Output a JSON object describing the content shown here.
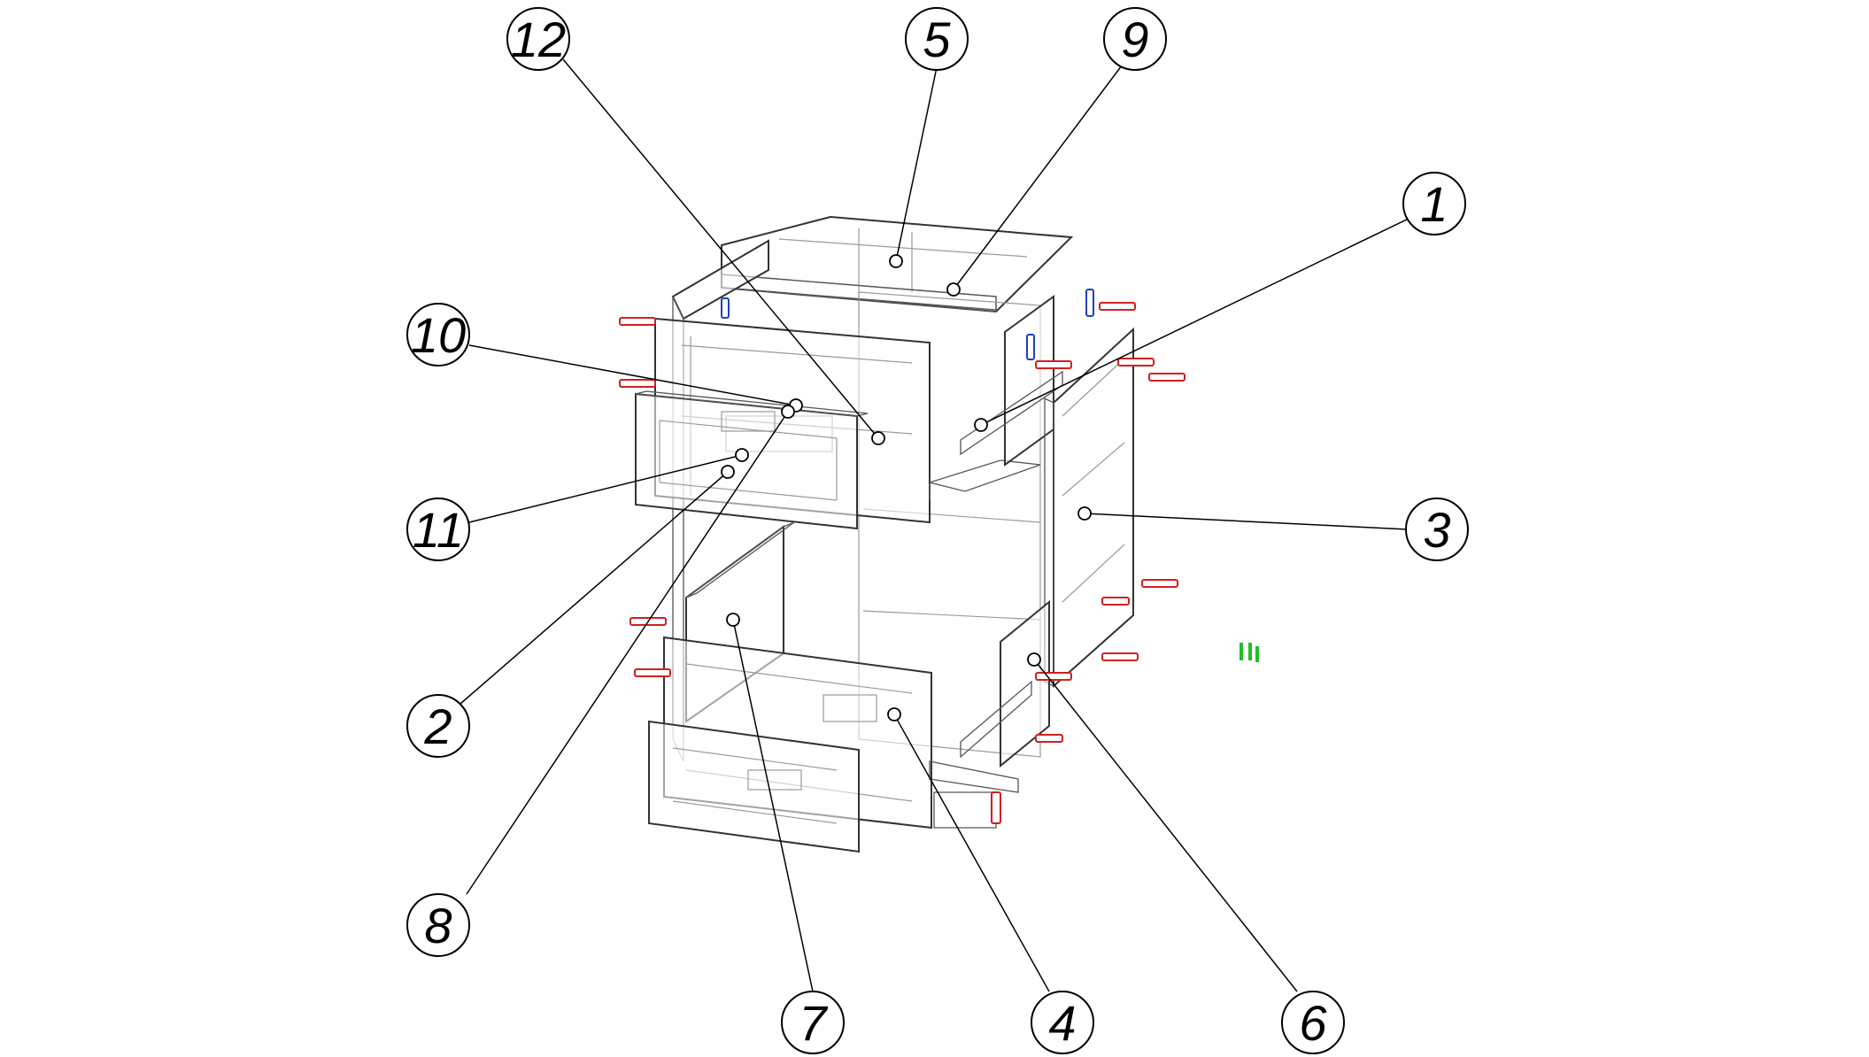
{
  "drawing": {
    "callouts": [
      {
        "id": "1",
        "label": "1"
      },
      {
        "id": "2",
        "label": "2"
      },
      {
        "id": "3",
        "label": "3"
      },
      {
        "id": "4",
        "label": "4"
      },
      {
        "id": "5",
        "label": "5"
      },
      {
        "id": "6",
        "label": "6"
      },
      {
        "id": "7",
        "label": "7"
      },
      {
        "id": "8",
        "label": "8"
      },
      {
        "id": "9",
        "label": "9"
      },
      {
        "id": "10",
        "label": "10"
      },
      {
        "id": "11",
        "label": "11"
      },
      {
        "id": "12",
        "label": "12"
      }
    ],
    "colors": {
      "line": "#000000",
      "dowel_red": "#d02020",
      "fitting_blue": "#2040c0",
      "marker_green": "#20c020"
    }
  }
}
